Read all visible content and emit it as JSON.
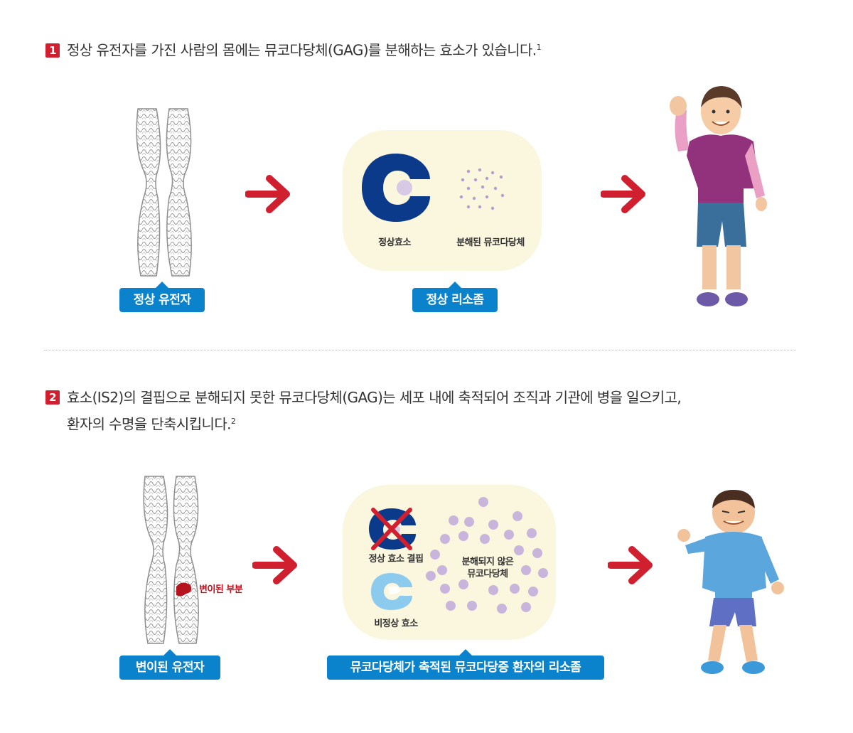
{
  "section1": {
    "number": "1",
    "heading": "정상 유전자를 가진 사람의 몸에는 뮤코다당체(GAG)를 분해하는 효소가 있습니다.",
    "footnote": "1",
    "gene_label": "정상 유전자",
    "lysosome_label": "정상 리소좀",
    "enzyme_caption": "정상효소",
    "gag_caption": "분해된 뮤코다당체"
  },
  "section2": {
    "number": "2",
    "heading_line1": "효소(IS2)의 결핍으로 분해되지 못한 뮤코다당체(GAG)는 세포 내에 축적되어 조직과 기관에 병을 일으키고,",
    "heading_line2": "환자의 수명을 단축시킵니다.",
    "footnote": "2",
    "gene_label": "변이된 유전자",
    "mutation_caption": "변이된 부분",
    "lysosome_label": "뮤코다당체가 축적된 뮤코다당증 환자의 리소좀",
    "missing_enzyme_caption": "정상 효소 결핍",
    "abnormal_enzyme_caption": "비정상 효소",
    "gag_caption_line1": "분해되지 않은",
    "gag_caption_line2": "뮤코다당체"
  },
  "colors": {
    "accent_red": "#d0202f",
    "label_blue": "#0a83cc",
    "enzyme_navy": "#0b3a8b",
    "abnormal_enzyme": "#8ccbee",
    "gag_purple": "#c9b5dc",
    "lysosome_bg": "#fbf6de"
  },
  "icons": [
    "chromosome-icon",
    "arrow-right-icon",
    "enzyme-icon",
    "cross-icon",
    "boy-icon"
  ]
}
